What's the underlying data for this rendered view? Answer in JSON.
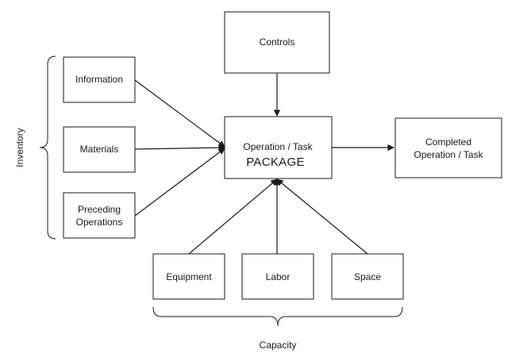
{
  "nodes": {
    "controls": {
      "label": "Controls"
    },
    "information": {
      "label": "Information"
    },
    "materials": {
      "label": "Materials"
    },
    "preceding": {
      "line1": "Preceding",
      "line2": "Operations"
    },
    "operation": {
      "line1": "Operation / Task",
      "line2": "PACKAGE"
    },
    "completed": {
      "line1": "Completed",
      "line2": "Operation / Task"
    },
    "equipment": {
      "label": "Equipment"
    },
    "labor": {
      "label": "Labor"
    },
    "space": {
      "label": "Space"
    }
  },
  "groups": {
    "inventory": {
      "label": "Inventory"
    },
    "capacity": {
      "label": "Capacity"
    }
  },
  "edges": [
    {
      "from": "controls",
      "to": "operation"
    },
    {
      "from": "information",
      "to": "operation"
    },
    {
      "from": "materials",
      "to": "operation"
    },
    {
      "from": "preceding",
      "to": "operation"
    },
    {
      "from": "operation",
      "to": "completed"
    },
    {
      "from": "equipment",
      "to": "operation"
    },
    {
      "from": "labor",
      "to": "operation"
    },
    {
      "from": "space",
      "to": "operation"
    }
  ]
}
